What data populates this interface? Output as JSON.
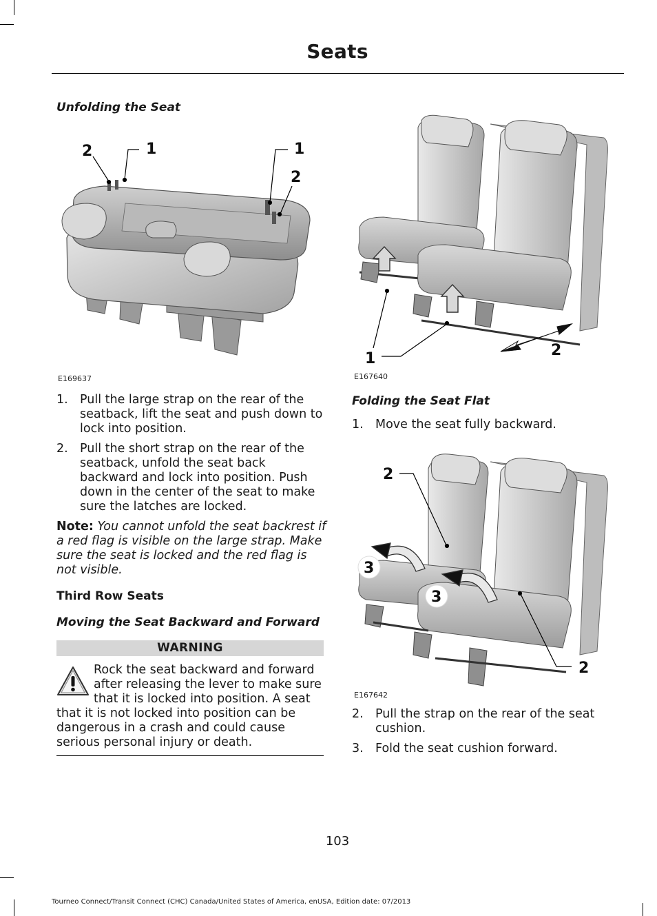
{
  "header": {
    "title": "Seats"
  },
  "left": {
    "heading_unfolding": "Unfolding the Seat",
    "figure1": {
      "id": "E169637",
      "callouts": [
        "2",
        "1",
        "1",
        "2"
      ]
    },
    "steps": [
      {
        "num": "1.",
        "text": "Pull the large strap on the rear of the seatback, lift the seat and push down to lock into position."
      },
      {
        "num": "2.",
        "text": "Pull the short strap on the rear of the seatback, unfold the seat back backward and lock into position. Push down in the center of the seat to make sure the latches are locked."
      }
    ],
    "note": {
      "label": "Note:",
      "text": "You cannot unfold the seat backrest if a red flag is visible on the large strap. Make sure the seat is locked and the red flag is not visible."
    },
    "heading_third_row": "Third Row Seats",
    "heading_moving": "Moving the Seat Backward and Forward",
    "warning": {
      "title": "WARNING",
      "text": "Rock the seat backward and forward after releasing the lever to make sure that it is locked into position. A seat that it is not locked into position can be dangerous in a crash and could cause serious personal injury or death."
    }
  },
  "right": {
    "figure2": {
      "id": "E167640",
      "callouts": [
        "1",
        "2"
      ]
    },
    "heading_folding": "Folding the Seat Flat",
    "steps_a": [
      {
        "num": "1.",
        "text": "Move the seat fully backward."
      }
    ],
    "figure3": {
      "id": "E167642",
      "callouts": [
        "2",
        "3",
        "3",
        "2"
      ]
    },
    "steps_b": [
      {
        "num": "2.",
        "text": "Pull the strap on the rear of the seat cushion."
      },
      {
        "num": "3.",
        "text": "Fold the seat cushion forward."
      }
    ]
  },
  "footer": {
    "page_number": "103",
    "edition": "Tourneo Connect/Transit Connect (CHC) Canada/United States of America, enUSA, Edition date: 07/2013"
  }
}
